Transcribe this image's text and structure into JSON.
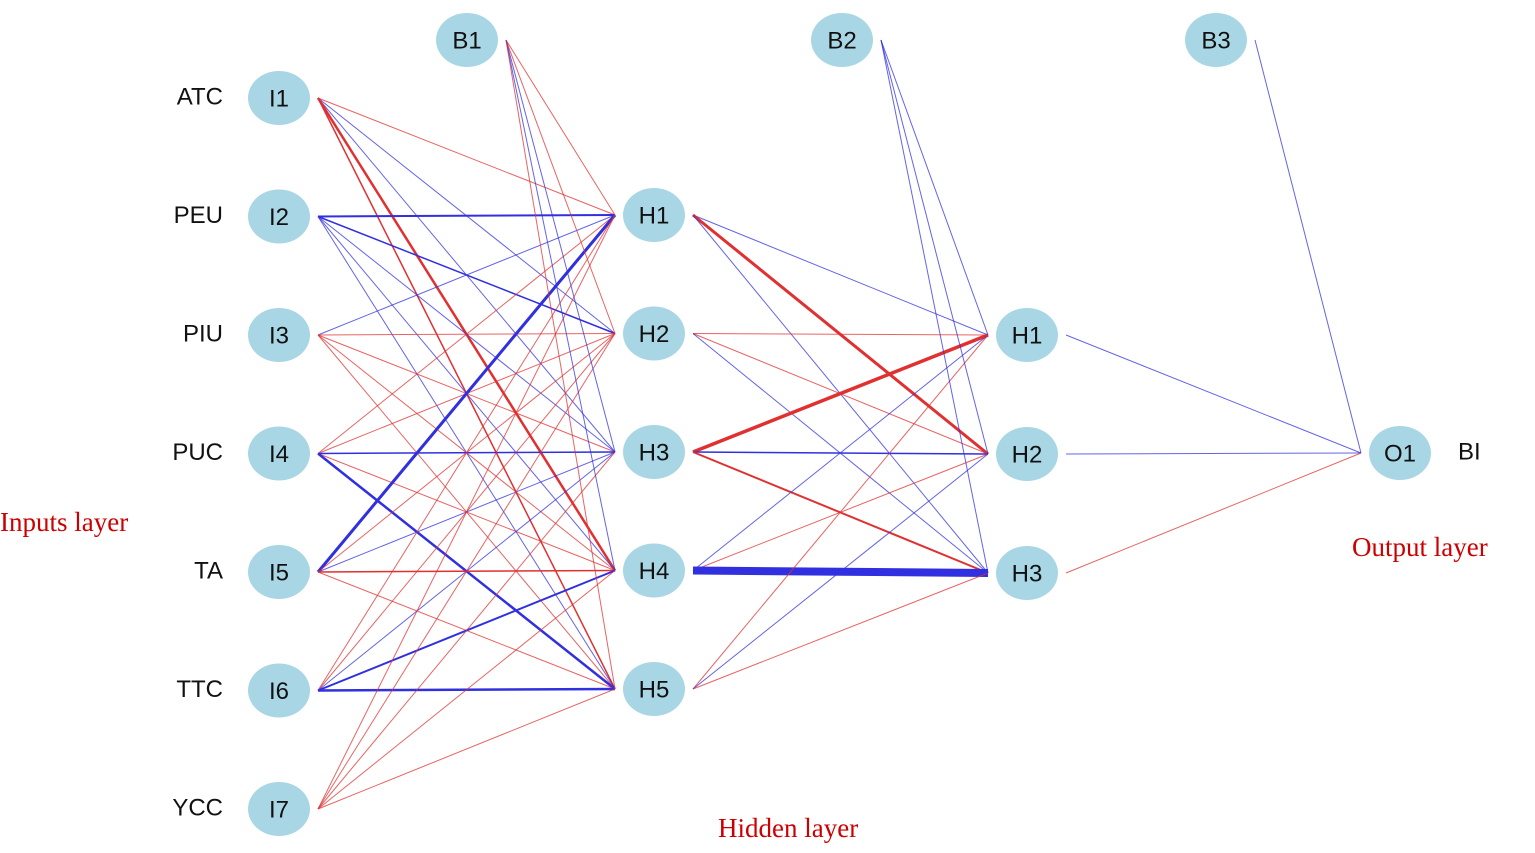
{
  "diagram": {
    "layer_labels": {
      "inputs": "Inputs layer",
      "hidden": "Hidden layer",
      "output": "Output layer"
    },
    "colors": {
      "positive": "#e03030",
      "negative": "#3030e0",
      "node_fill": "#a9d6e5",
      "layer_label": "#cc0000"
    },
    "nodes": [
      {
        "id": "I1",
        "label": "I1",
        "layer": "input",
        "index": 0,
        "variable": "ATC"
      },
      {
        "id": "I2",
        "label": "I2",
        "layer": "input",
        "index": 1,
        "variable": "PEU"
      },
      {
        "id": "I3",
        "label": "I3",
        "layer": "input",
        "index": 2,
        "variable": "PIU"
      },
      {
        "id": "I4",
        "label": "I4",
        "layer": "input",
        "index": 3,
        "variable": "PUC"
      },
      {
        "id": "I5",
        "label": "I5",
        "layer": "input",
        "index": 4,
        "variable": "TA"
      },
      {
        "id": "I6",
        "label": "I6",
        "layer": "input",
        "index": 5,
        "variable": "TTC"
      },
      {
        "id": "I7",
        "label": "I7",
        "layer": "input",
        "index": 6,
        "variable": "YCC"
      },
      {
        "id": "B1",
        "label": "B1",
        "layer": "bias",
        "index": 0
      },
      {
        "id": "B2",
        "label": "B2",
        "layer": "bias",
        "index": 1
      },
      {
        "id": "B3",
        "label": "B3",
        "layer": "bias",
        "index": 2
      },
      {
        "id": "HA1",
        "label": "H1",
        "layer": "hidden1",
        "index": 0
      },
      {
        "id": "HA2",
        "label": "H2",
        "layer": "hidden1",
        "index": 1
      },
      {
        "id": "HA3",
        "label": "H3",
        "layer": "hidden1",
        "index": 2
      },
      {
        "id": "HA4",
        "label": "H4",
        "layer": "hidden1",
        "index": 3
      },
      {
        "id": "HA5",
        "label": "H5",
        "layer": "hidden1",
        "index": 4
      },
      {
        "id": "HB1",
        "label": "H1",
        "layer": "hidden2",
        "index": 0
      },
      {
        "id": "HB2",
        "label": "H2",
        "layer": "hidden2",
        "index": 1
      },
      {
        "id": "HB3",
        "label": "H3",
        "layer": "hidden2",
        "index": 2
      },
      {
        "id": "O1",
        "label": "O1",
        "layer": "output",
        "index": 0,
        "variable": "BI"
      }
    ],
    "edges": [
      {
        "from": "I1",
        "to": "HA1",
        "sign": "positive",
        "weight": 1
      },
      {
        "from": "I1",
        "to": "HA2",
        "sign": "negative",
        "weight": 1
      },
      {
        "from": "I1",
        "to": "HA3",
        "sign": "negative",
        "weight": 1
      },
      {
        "from": "I1",
        "to": "HA4",
        "sign": "positive",
        "weight": 2.5
      },
      {
        "from": "I1",
        "to": "HA5",
        "sign": "positive",
        "weight": 1.5
      },
      {
        "from": "I2",
        "to": "HA1",
        "sign": "negative",
        "weight": 2
      },
      {
        "from": "I2",
        "to": "HA2",
        "sign": "negative",
        "weight": 1.5
      },
      {
        "from": "I2",
        "to": "HA3",
        "sign": "negative",
        "weight": 1
      },
      {
        "from": "I2",
        "to": "HA4",
        "sign": "negative",
        "weight": 1
      },
      {
        "from": "I2",
        "to": "HA5",
        "sign": "negative",
        "weight": 1
      },
      {
        "from": "I3",
        "to": "HA1",
        "sign": "negative",
        "weight": 1
      },
      {
        "from": "I3",
        "to": "HA2",
        "sign": "positive",
        "weight": 1
      },
      {
        "from": "I3",
        "to": "HA3",
        "sign": "positive",
        "weight": 1
      },
      {
        "from": "I3",
        "to": "HA4",
        "sign": "positive",
        "weight": 1
      },
      {
        "from": "I3",
        "to": "HA5",
        "sign": "positive",
        "weight": 1
      },
      {
        "from": "I4",
        "to": "HA1",
        "sign": "positive",
        "weight": 1
      },
      {
        "from": "I4",
        "to": "HA2",
        "sign": "positive",
        "weight": 1
      },
      {
        "from": "I4",
        "to": "HA3",
        "sign": "negative",
        "weight": 1.5
      },
      {
        "from": "I4",
        "to": "HA4",
        "sign": "positive",
        "weight": 1
      },
      {
        "from": "I4",
        "to": "HA5",
        "sign": "negative",
        "weight": 2.5
      },
      {
        "from": "I5",
        "to": "HA1",
        "sign": "negative",
        "weight": 3
      },
      {
        "from": "I5",
        "to": "HA2",
        "sign": "positive",
        "weight": 1
      },
      {
        "from": "I5",
        "to": "HA3",
        "sign": "negative",
        "weight": 1
      },
      {
        "from": "I5",
        "to": "HA4",
        "sign": "positive",
        "weight": 1.5
      },
      {
        "from": "I5",
        "to": "HA5",
        "sign": "positive",
        "weight": 1
      },
      {
        "from": "I6",
        "to": "HA1",
        "sign": "positive",
        "weight": 1
      },
      {
        "from": "I6",
        "to": "HA2",
        "sign": "positive",
        "weight": 1
      },
      {
        "from": "I6",
        "to": "HA3",
        "sign": "negative",
        "weight": 1
      },
      {
        "from": "I6",
        "to": "HA4",
        "sign": "negative",
        "weight": 2
      },
      {
        "from": "I6",
        "to": "HA5",
        "sign": "negative",
        "weight": 2.5
      },
      {
        "from": "I7",
        "to": "HA1",
        "sign": "positive",
        "weight": 1
      },
      {
        "from": "I7",
        "to": "HA2",
        "sign": "positive",
        "weight": 1
      },
      {
        "from": "I7",
        "to": "HA3",
        "sign": "positive",
        "weight": 1
      },
      {
        "from": "I7",
        "to": "HA4",
        "sign": "positive",
        "weight": 1
      },
      {
        "from": "I7",
        "to": "HA5",
        "sign": "positive",
        "weight": 1
      },
      {
        "from": "B1",
        "to": "HA1",
        "sign": "positive",
        "weight": 1
      },
      {
        "from": "B1",
        "to": "HA2",
        "sign": "positive",
        "weight": 1
      },
      {
        "from": "B1",
        "to": "HA3",
        "sign": "negative",
        "weight": 1
      },
      {
        "from": "B1",
        "to": "HA4",
        "sign": "negative",
        "weight": 1
      },
      {
        "from": "B1",
        "to": "HA5",
        "sign": "positive",
        "weight": 1
      },
      {
        "from": "HA1",
        "to": "HB1",
        "sign": "negative",
        "weight": 1
      },
      {
        "from": "HA1",
        "to": "HB2",
        "sign": "positive",
        "weight": 3
      },
      {
        "from": "HA1",
        "to": "HB3",
        "sign": "negative",
        "weight": 1
      },
      {
        "from": "HA2",
        "to": "HB1",
        "sign": "positive",
        "weight": 1
      },
      {
        "from": "HA2",
        "to": "HB2",
        "sign": "positive",
        "weight": 1
      },
      {
        "from": "HA2",
        "to": "HB3",
        "sign": "negative",
        "weight": 1
      },
      {
        "from": "HA3",
        "to": "HB1",
        "sign": "positive",
        "weight": 3.5
      },
      {
        "from": "HA3",
        "to": "HB2",
        "sign": "negative",
        "weight": 1.5
      },
      {
        "from": "HA3",
        "to": "HB3",
        "sign": "positive",
        "weight": 2
      },
      {
        "from": "HA4",
        "to": "HB1",
        "sign": "negative",
        "weight": 1
      },
      {
        "from": "HA4",
        "to": "HB2",
        "sign": "positive",
        "weight": 1
      },
      {
        "from": "HA4",
        "to": "HB3",
        "sign": "negative",
        "weight": 8
      },
      {
        "from": "HA5",
        "to": "HB1",
        "sign": "positive",
        "weight": 1
      },
      {
        "from": "HA5",
        "to": "HB2",
        "sign": "negative",
        "weight": 1
      },
      {
        "from": "HA5",
        "to": "HB3",
        "sign": "positive",
        "weight": 1
      },
      {
        "from": "B2",
        "to": "HB1",
        "sign": "negative",
        "weight": 1
      },
      {
        "from": "B2",
        "to": "HB2",
        "sign": "negative",
        "weight": 1
      },
      {
        "from": "B2",
        "to": "HB3",
        "sign": "negative",
        "weight": 1
      },
      {
        "from": "HB1",
        "to": "O1",
        "sign": "negative",
        "weight": 1
      },
      {
        "from": "HB2",
        "to": "O1",
        "sign": "negative",
        "weight": 1
      },
      {
        "from": "HB3",
        "to": "O1",
        "sign": "positive",
        "weight": 1
      },
      {
        "from": "B3",
        "to": "O1",
        "sign": "negative",
        "weight": 1
      }
    ]
  }
}
